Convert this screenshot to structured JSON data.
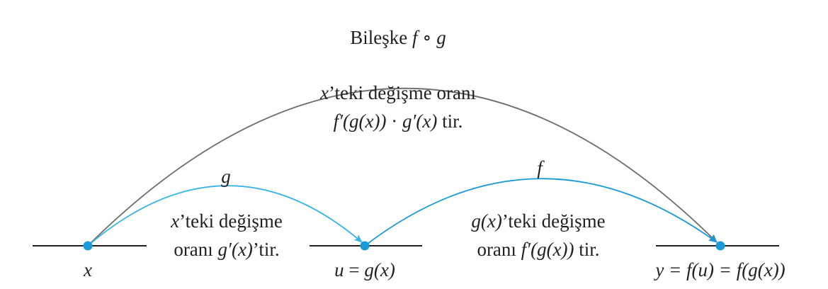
{
  "colors": {
    "outer_arc": "#6d6e70",
    "g_arc": "#39b4e6",
    "f_arc": "#1a9bd7",
    "point": "#1a9bd7",
    "line": "#231f20",
    "text": "#231f20"
  },
  "top_label": {
    "word": "Bileşke",
    "expr": "f ∘ g"
  },
  "outer_rate": {
    "line1_var": "x",
    "line1_rest": "’teki değişme oranı",
    "line2": {
      "fp": "f′",
      "g1": "(g(x))",
      "dot": "·",
      "gp": "g′(x)",
      "tail": "tir."
    }
  },
  "g_label": "g",
  "f_label": "f",
  "g_rate": {
    "line1_var": "x",
    "line1_rest": "’teki değişme",
    "line2_word": "oranı",
    "line2_expr": "g′(x)",
    "line2_tail": "’tir."
  },
  "f_rate": {
    "line1_expr": "g(x)",
    "line1_rest": "’teki değişme",
    "line2_word": "oranı",
    "line2_expr": "f′(g(x))",
    "line2_tail": "tir."
  },
  "points": {
    "x": "x",
    "u_var": "u",
    "u_eq": "=",
    "u_expr": "g(x)",
    "y_expr": "y = f(u) = f(g(x))"
  }
}
